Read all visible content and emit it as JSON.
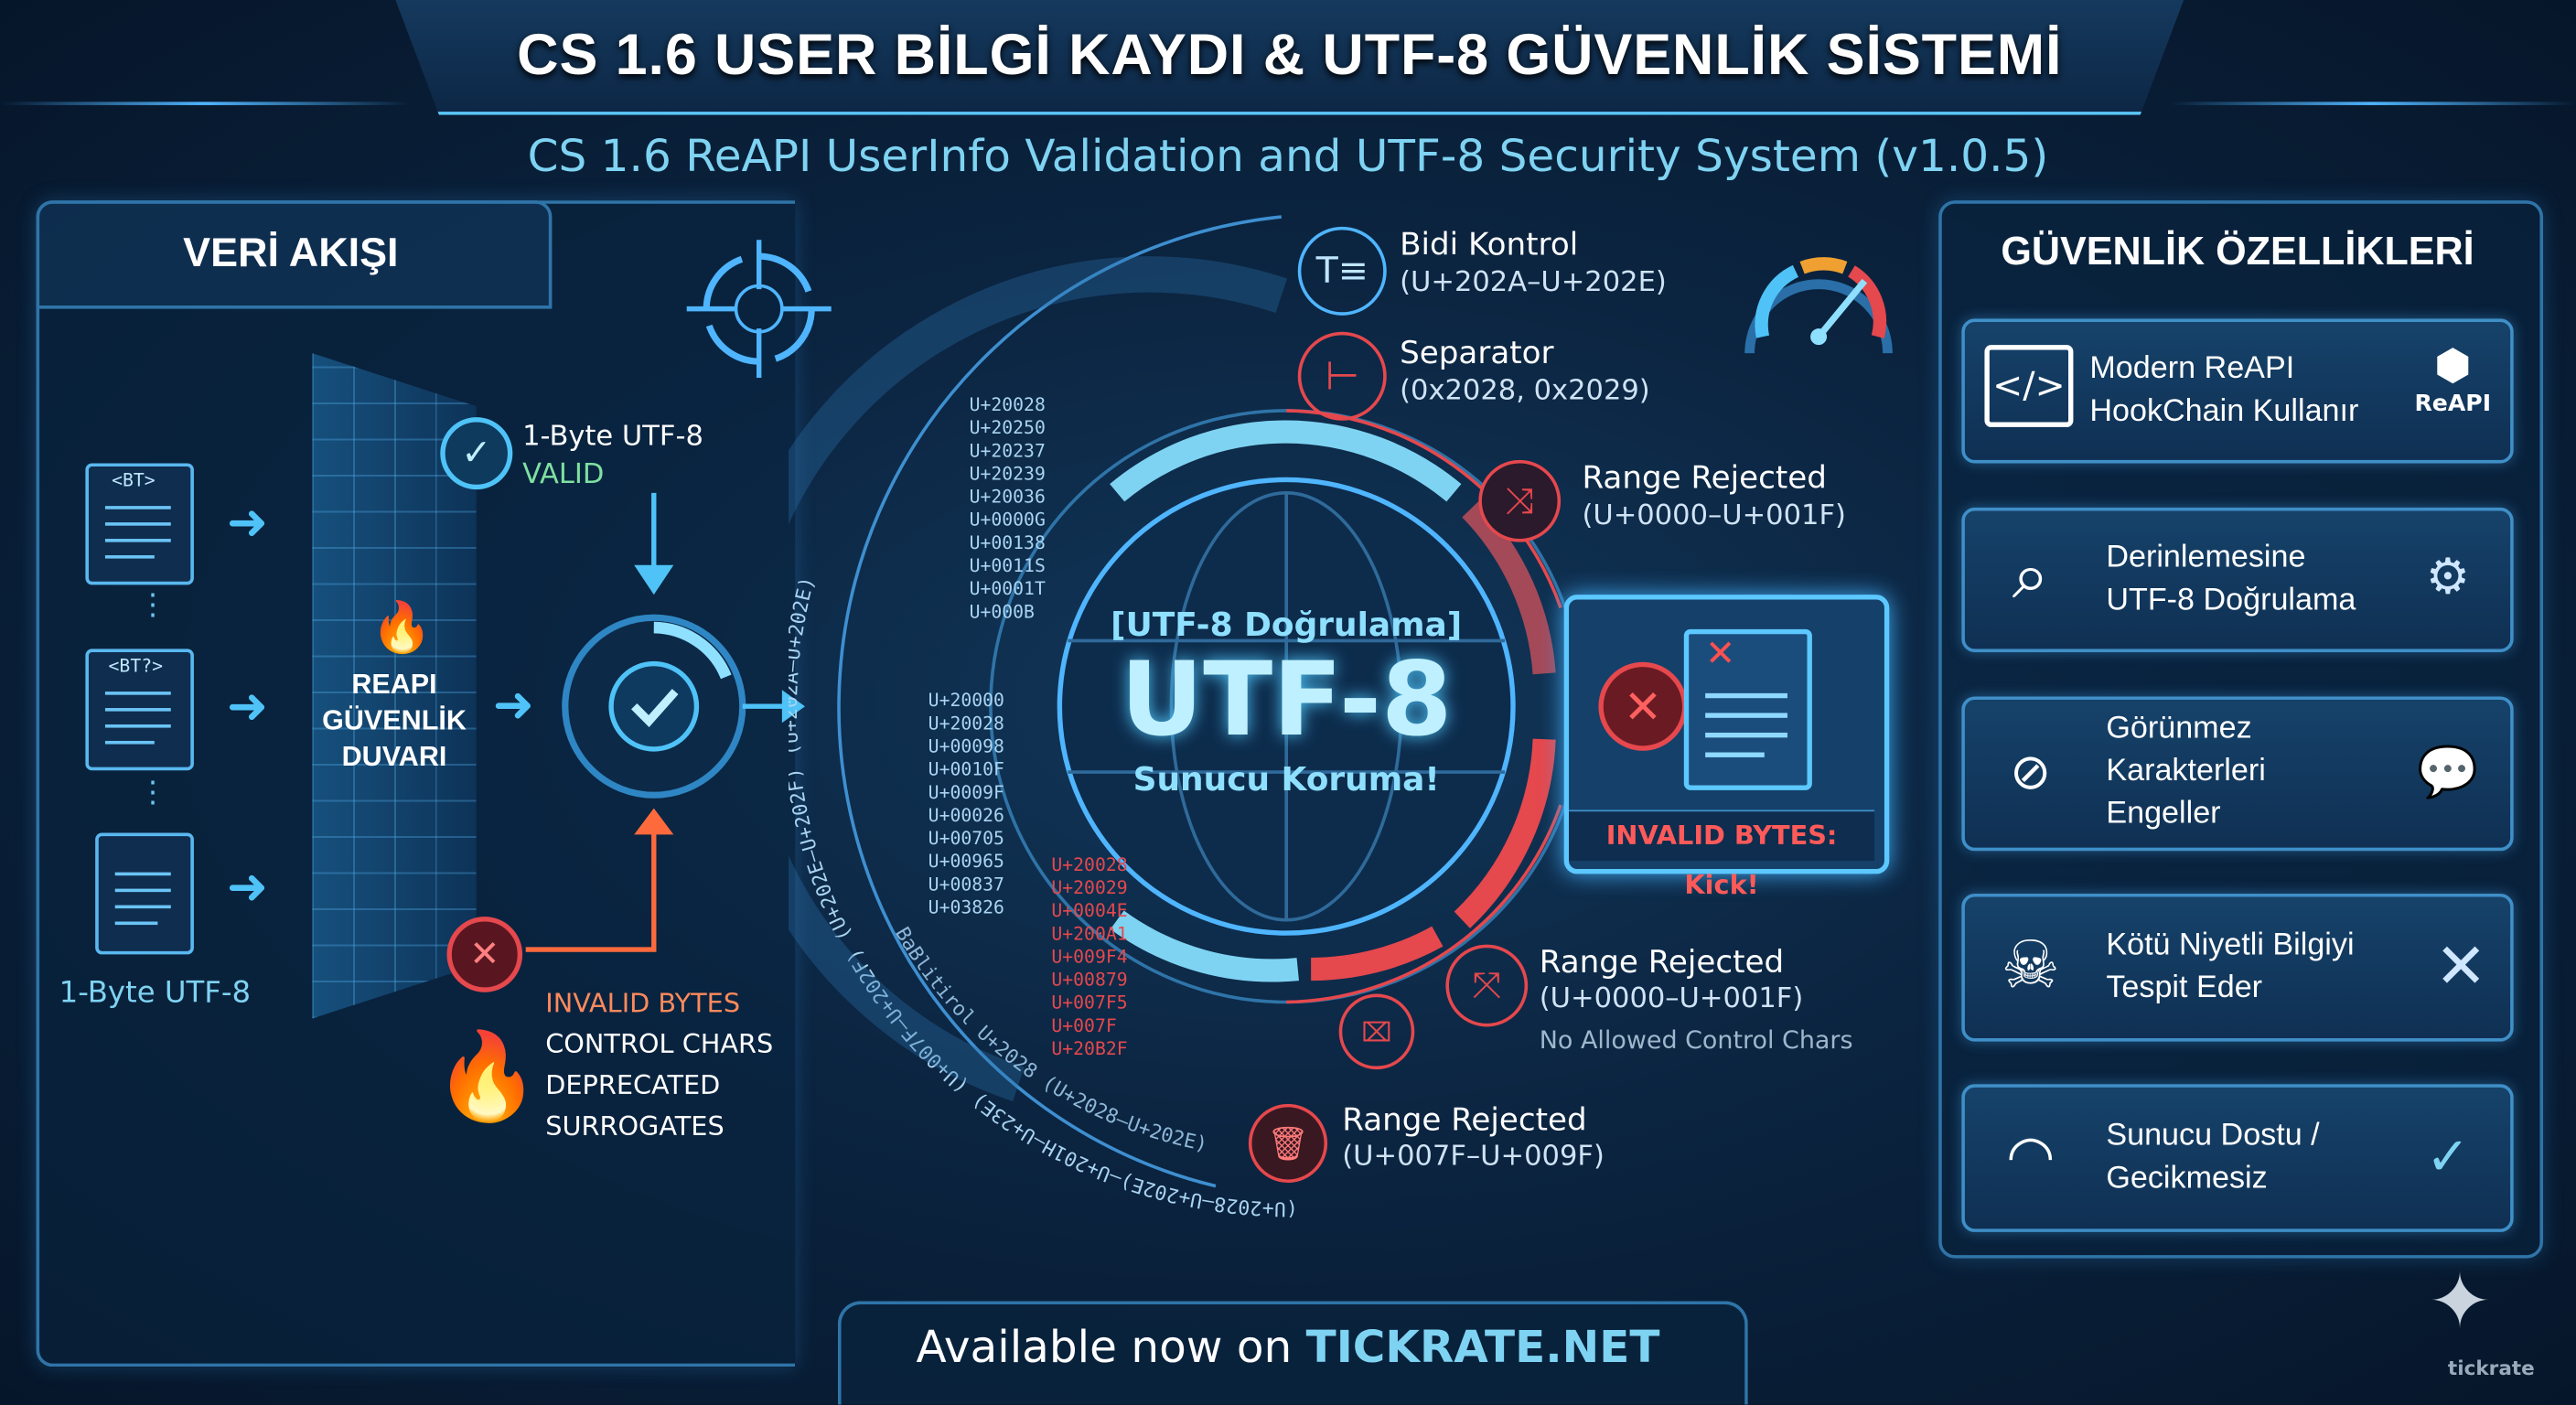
{
  "header": {
    "title": "CS 1.6 USER BİLGİ KAYDI & UTF-8 GÜVENLİK SİSTEMİ",
    "subtitle": "CS 1.6 ReAPI UserInfo Validation and UTF-8 Security System (v1.0.5)"
  },
  "flow": {
    "title": "VERİ AKIŞI",
    "doc_tags": [
      "<BT>",
      "<BT?>"
    ],
    "doc_label": "1-Byte UTF-8",
    "firewall": [
      "REAPI",
      "GÜVENLİK",
      "DUVARI"
    ],
    "valid": {
      "label": "1-Byte UTF-8",
      "status": "VALID"
    },
    "invalid_items": [
      "INVALID BYTES",
      "CONTROL CHARS",
      "DEPRECATED",
      "SURROGATES"
    ]
  },
  "core": {
    "tag": "[UTF-8 Doğrulama]",
    "main": "UTF-8",
    "sub": "Sunucu Koruma!",
    "arc_outer": "(U+2028–U+202E)–U+201H–U+23E)  (U+007F–U+202F)  (U+202E–U+202F)  (U+202A–U+202E)",
    "arc_bottom": "BaBlitirol U+2028 (U+2028–U+202E)",
    "codes_blue": [
      "U+20000",
      "U+20028",
      "U+00098",
      "U+0010F",
      "U+0009F",
      "U+00026",
      "U+00705",
      "U+00965",
      "U+00837",
      "U+03826"
    ],
    "codes_red": [
      "U+20028",
      "U+20029",
      "U+0004E",
      "U+200A1",
      "U+009F4",
      "U+00879",
      "U+007F5",
      "U+007F",
      "U+20B2F"
    ],
    "codes_upper": [
      "U+20028",
      "U+20250",
      "U+20237",
      "U+20239",
      "U+20036",
      "U+0000G",
      "U+00138",
      "U+0011S",
      "U+0001T",
      "U+000B"
    ]
  },
  "rules": [
    {
      "title": "Bidi Kontrol",
      "range": "(U+202A–U+202E)"
    },
    {
      "title": "Separator",
      "range": "(0x2028, 0x2029)"
    },
    {
      "title": "Range Rejected",
      "range": "(U+0000–U+001F)"
    },
    {
      "title": "Range Rejected",
      "range": "(U+0000–U+001F)",
      "note": "No Allowed Control Chars"
    },
    {
      "title": "Range Rejected",
      "range": "(U+007F–U+009F)"
    }
  ],
  "kick_box": {
    "label": "INVALID BYTES: Kick!"
  },
  "features": {
    "title": "GÜVENLİK ÖZELLİKLERİ",
    "items": [
      {
        "lines": [
          "Modern ReAPI",
          "HookChain Kullanır"
        ],
        "badge": "ReAPI",
        "icon": "code-window-icon"
      },
      {
        "lines": [
          "Derinlemesine",
          "UTF-8 Doğrulama"
        ],
        "icon": "magnifier-icon"
      },
      {
        "lines": [
          "Görünmez",
          "Karakterleri",
          "Engeller"
        ],
        "icon": "hidden-eye-icon"
      },
      {
        "lines": [
          "Kötü Niyetli Bilgiyi",
          "Tespit Eder"
        ],
        "icon": "skull-icon"
      },
      {
        "lines": [
          "Sunucu Dostu /",
          "Gecikmesiz"
        ],
        "icon": "speedometer-icon"
      }
    ]
  },
  "footer": {
    "prefix": "Available now on ",
    "brand": "TICKRATE.NET",
    "watermark": "tickrate"
  },
  "colors": {
    "accent": "#4fc3f7",
    "danger": "#e5484d",
    "valid": "#7ee0a0",
    "bg": "#0b2440"
  }
}
